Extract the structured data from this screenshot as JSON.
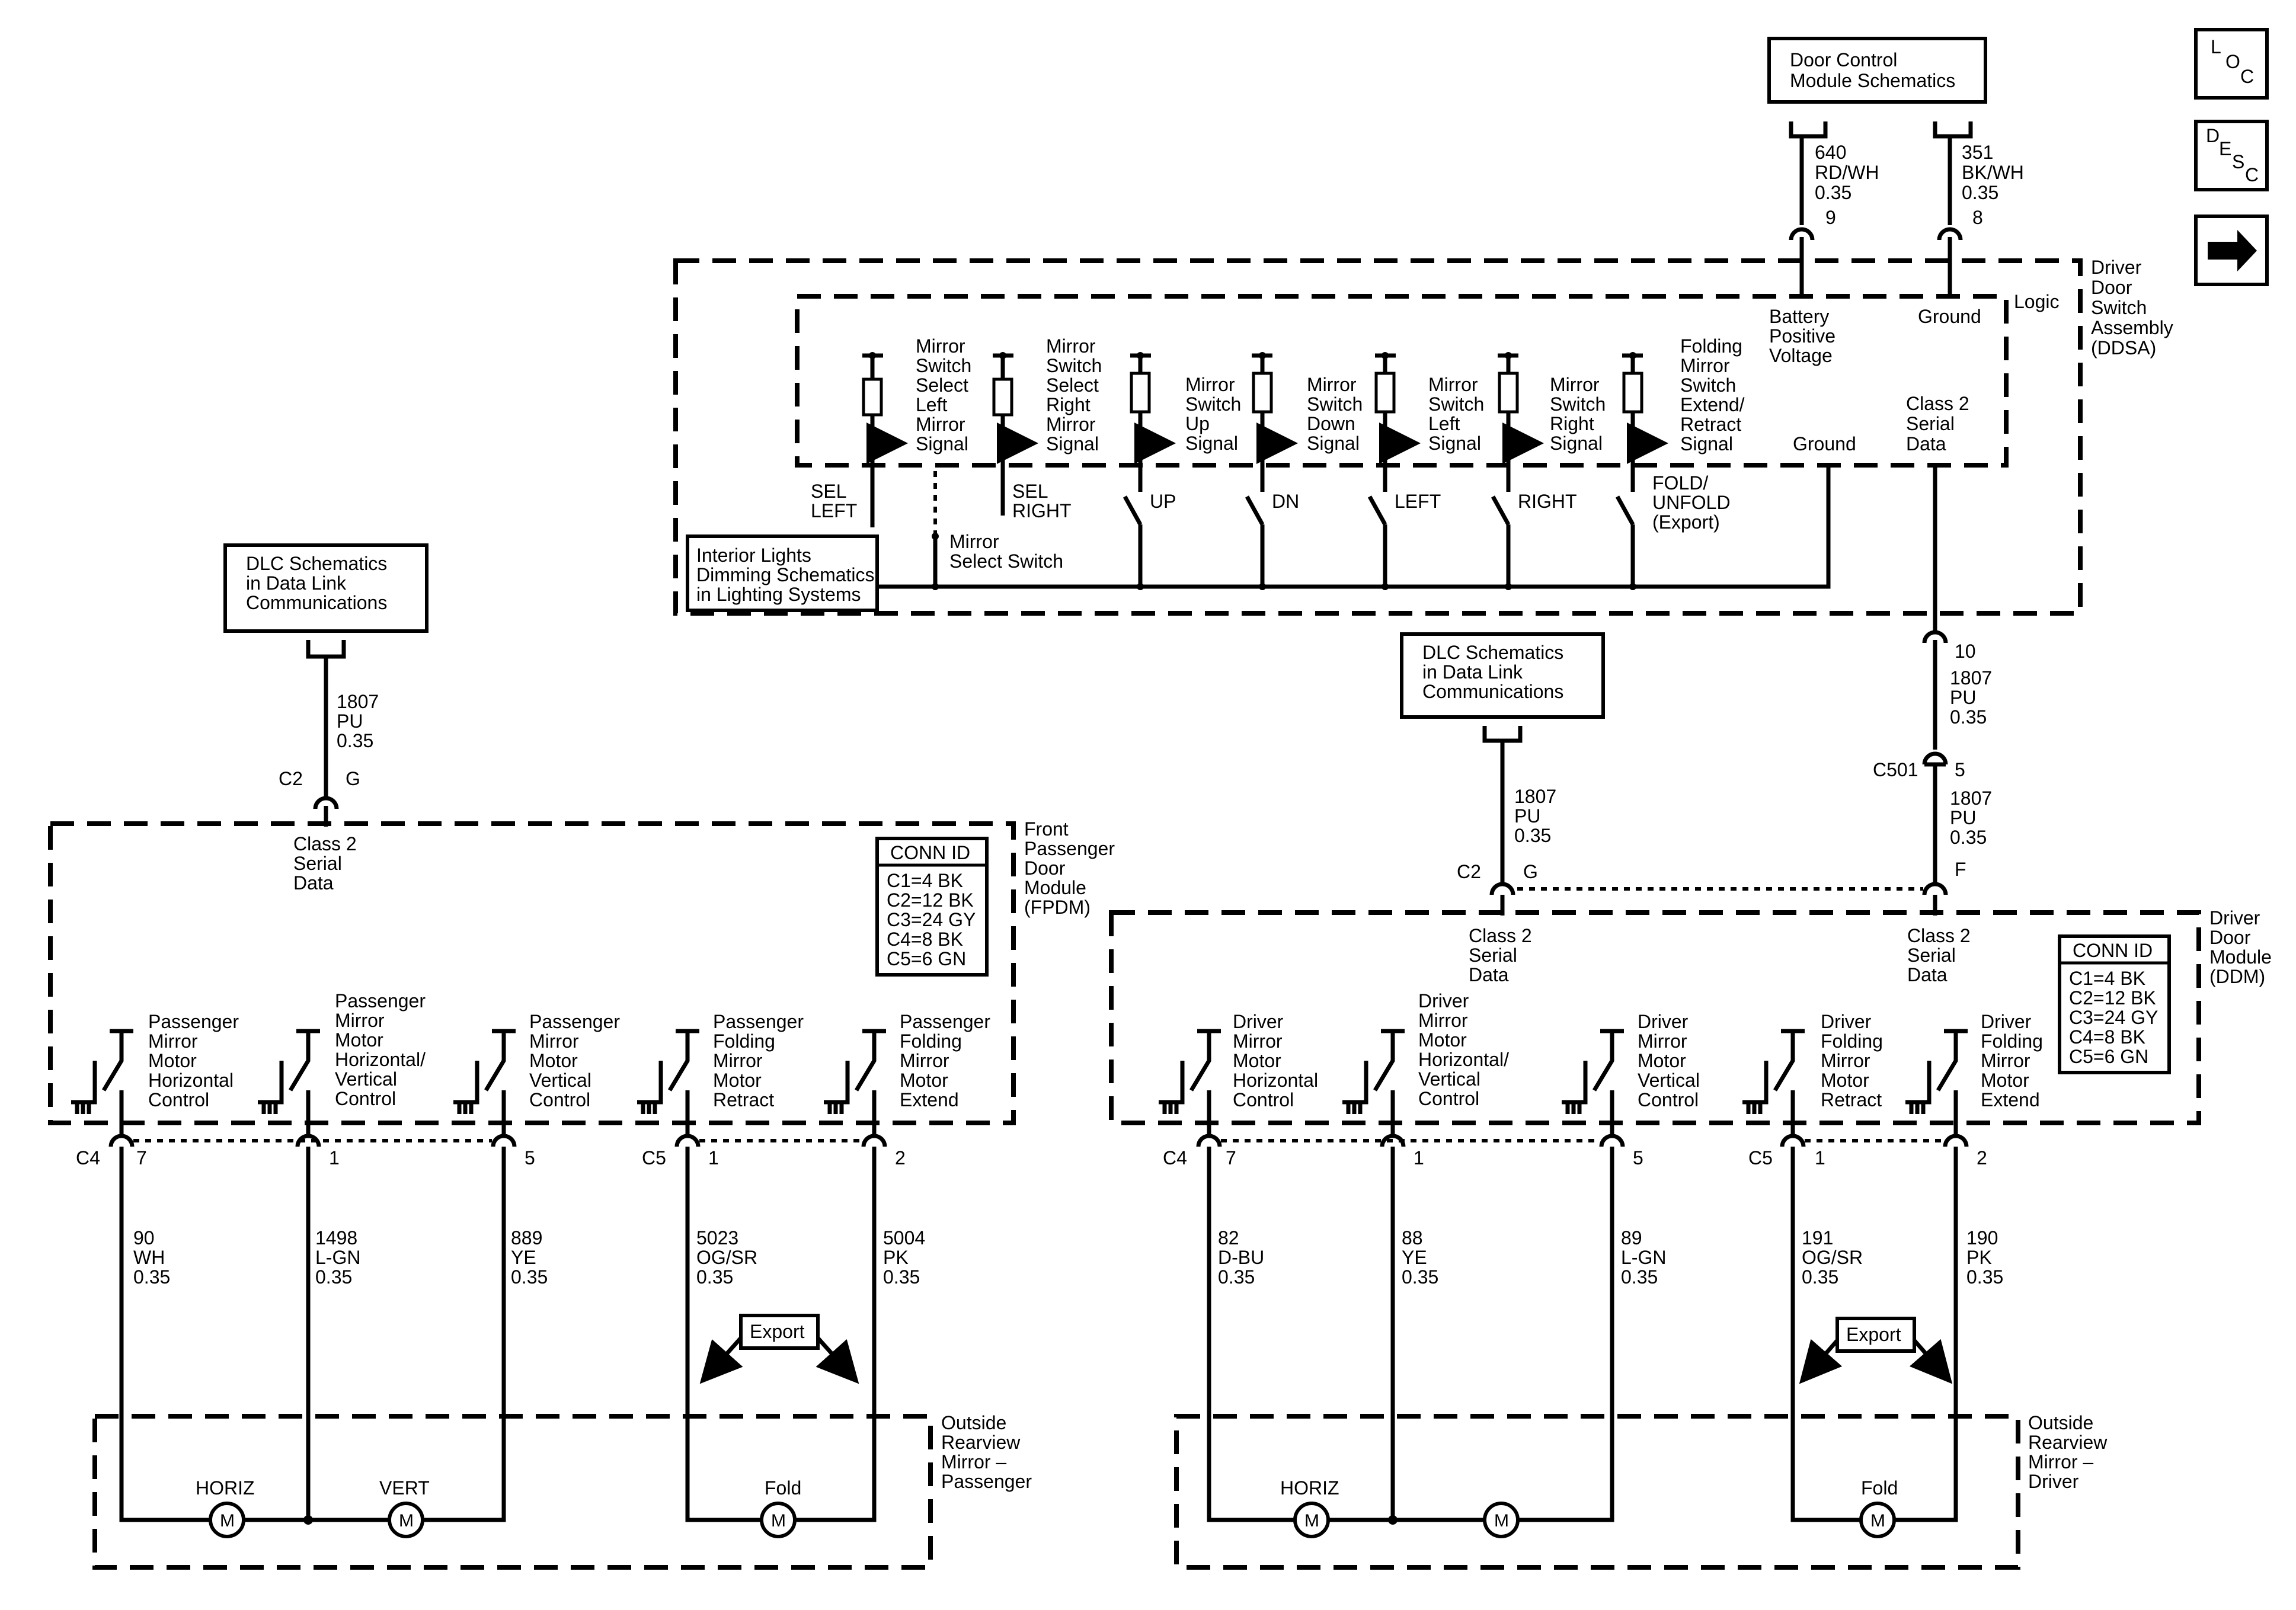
{
  "nav": {
    "loc": [
      "L",
      "O",
      "C"
    ],
    "desc": [
      "D",
      "E",
      "S",
      "C"
    ],
    "next_icon": "right-arrow-icon"
  },
  "ref_boxes": {
    "door_control": [
      "Door Control",
      "Module Schematics"
    ],
    "dlc_left": [
      "DLC Schematics",
      "in Data Link",
      "Communications"
    ],
    "dlc_right": [
      "DLC Schematics",
      "in Data Link",
      "Communications"
    ],
    "interior_lights": [
      "Interior Lights",
      "Dimming Schematics",
      "in Lighting Systems"
    ]
  },
  "ddsa": {
    "name": [
      "Driver",
      "Door",
      "Switch",
      "Assembly",
      "(DDSA)"
    ],
    "logic": "Logic",
    "battery": [
      "Battery",
      "Positive",
      "Voltage"
    ],
    "ground_top": "Ground",
    "ground_mid": "Ground",
    "class2": [
      "Class 2",
      "Serial",
      "Data"
    ],
    "mirror_select_switch": [
      "Mirror",
      "Select Switch"
    ],
    "signals": [
      [
        "Mirror",
        "Switch",
        "Select",
        "Left",
        "Mirror",
        "Signal"
      ],
      [
        "Mirror",
        "Switch",
        "Select",
        "Right",
        "Mirror",
        "Signal"
      ],
      [
        "Mirror",
        "Switch",
        "Up",
        "Signal"
      ],
      [
        "Mirror",
        "Switch",
        "Down",
        "Signal"
      ],
      [
        "Mirror",
        "Switch",
        "Left",
        "Signal"
      ],
      [
        "Mirror",
        "Switch",
        "Right",
        "Signal"
      ],
      [
        "Folding",
        "Mirror",
        "Switch",
        "Extend/",
        "Retract",
        "Signal"
      ]
    ],
    "switch_labels": {
      "sel_left": [
        "SEL",
        "LEFT"
      ],
      "sel_right": [
        "SEL",
        "RIGHT"
      ],
      "up": "UP",
      "dn": "DN",
      "left": "LEFT",
      "right": "RIGHT",
      "fold": [
        "FOLD/",
        "UNFOLD",
        "(Export)"
      ]
    }
  },
  "wires_top": {
    "w640": [
      "640",
      "RD/WH",
      "0.35"
    ],
    "pin9": "9",
    "w351": [
      "351",
      "BK/WH",
      "0.35"
    ],
    "pin8": "8",
    "pin10": "10",
    "w1807_a": [
      "1807",
      "PU",
      "0.35"
    ],
    "c501": "C501",
    "pin5": "5",
    "w1807_b": [
      "1807",
      "PU",
      "0.35"
    ],
    "pinF": "F",
    "w1807_left": [
      "1807",
      "PU",
      "0.35"
    ],
    "w1807_mid": [
      "1807",
      "PU",
      "0.35"
    ],
    "c2_left": "C2",
    "g_left": "G",
    "c2_right": "C2",
    "g_right": "G"
  },
  "fpdm": {
    "name": [
      "Front",
      "Passenger",
      "Door",
      "Module",
      "(FPDM)"
    ],
    "class2": [
      "Class 2",
      "Serial",
      "Data"
    ],
    "conn_title": "CONN ID",
    "conn": [
      "C1=4 BK",
      "C2=12 BK",
      "C3=24 GY",
      "C4=8 BK",
      "C5=6 GN"
    ],
    "switches": [
      [
        "Passenger",
        "Mirror",
        "Motor",
        "Horizontal",
        "Control"
      ],
      [
        "Passenger",
        "Mirror",
        "Motor",
        "Horizontal/",
        "Vertical",
        "Control"
      ],
      [
        "Passenger",
        "Mirror",
        "Motor",
        "Vertical",
        "Control"
      ],
      [
        "Passenger",
        "Folding",
        "Mirror",
        "Motor",
        "Retract"
      ],
      [
        "Passenger",
        "Folding",
        "Mirror",
        "Motor",
        "Extend"
      ]
    ],
    "c4": "C4",
    "c5": "C5",
    "pins": [
      "7",
      "1",
      "5",
      "1",
      "2"
    ],
    "wires": [
      [
        "90",
        "WH",
        "0.35"
      ],
      [
        "1498",
        "L-GN",
        "0.35"
      ],
      [
        "889",
        "YE",
        "0.35"
      ],
      [
        "5023",
        "OG/SR",
        "0.35"
      ],
      [
        "5004",
        "PK",
        "0.35"
      ]
    ]
  },
  "ddm": {
    "name": [
      "Driver",
      "Door",
      "Module",
      "(DDM)"
    ],
    "class2_left": [
      "Class 2",
      "Serial",
      "Data"
    ],
    "class2_right": [
      "Class 2",
      "Serial",
      "Data"
    ],
    "conn_title": "CONN ID",
    "conn": [
      "C1=4 BK",
      "C2=12 BK",
      "C3=24 GY",
      "C4=8 BK",
      "C5=6 GN"
    ],
    "switches": [
      [
        "Driver",
        "Mirror",
        "Motor",
        "Horizontal",
        "Control"
      ],
      [
        "Driver",
        "Mirror",
        "Motor",
        "Horizontal/",
        "Vertical",
        "Control"
      ],
      [
        "Driver",
        "Mirror",
        "Motor",
        "Vertical",
        "Control"
      ],
      [
        "Driver",
        "Folding",
        "Mirror",
        "Motor",
        "Retract"
      ],
      [
        "Driver",
        "Folding",
        "Mirror",
        "Motor",
        "Extend"
      ]
    ],
    "c4": "C4",
    "c5": "C5",
    "pins": [
      "7",
      "1",
      "5",
      "1",
      "2"
    ],
    "wires": [
      [
        "82",
        "D-BU",
        "0.35"
      ],
      [
        "88",
        "YE",
        "0.35"
      ],
      [
        "89",
        "L-GN",
        "0.35"
      ],
      [
        "191",
        "OG/SR",
        "0.35"
      ],
      [
        "190",
        "PK",
        "0.35"
      ]
    ]
  },
  "mirror_pass": {
    "name": [
      "Outside",
      "Rearview",
      "Mirror –",
      "Passenger"
    ],
    "export": "Export",
    "horiz": "HORIZ",
    "vert": "VERT",
    "fold": "Fold",
    "motor": "M"
  },
  "mirror_drv": {
    "name": [
      "Outside",
      "Rearview",
      "Mirror –",
      "Driver"
    ],
    "export": "Export",
    "horiz": "HORIZ",
    "fold": "Fold",
    "motor": "M"
  }
}
